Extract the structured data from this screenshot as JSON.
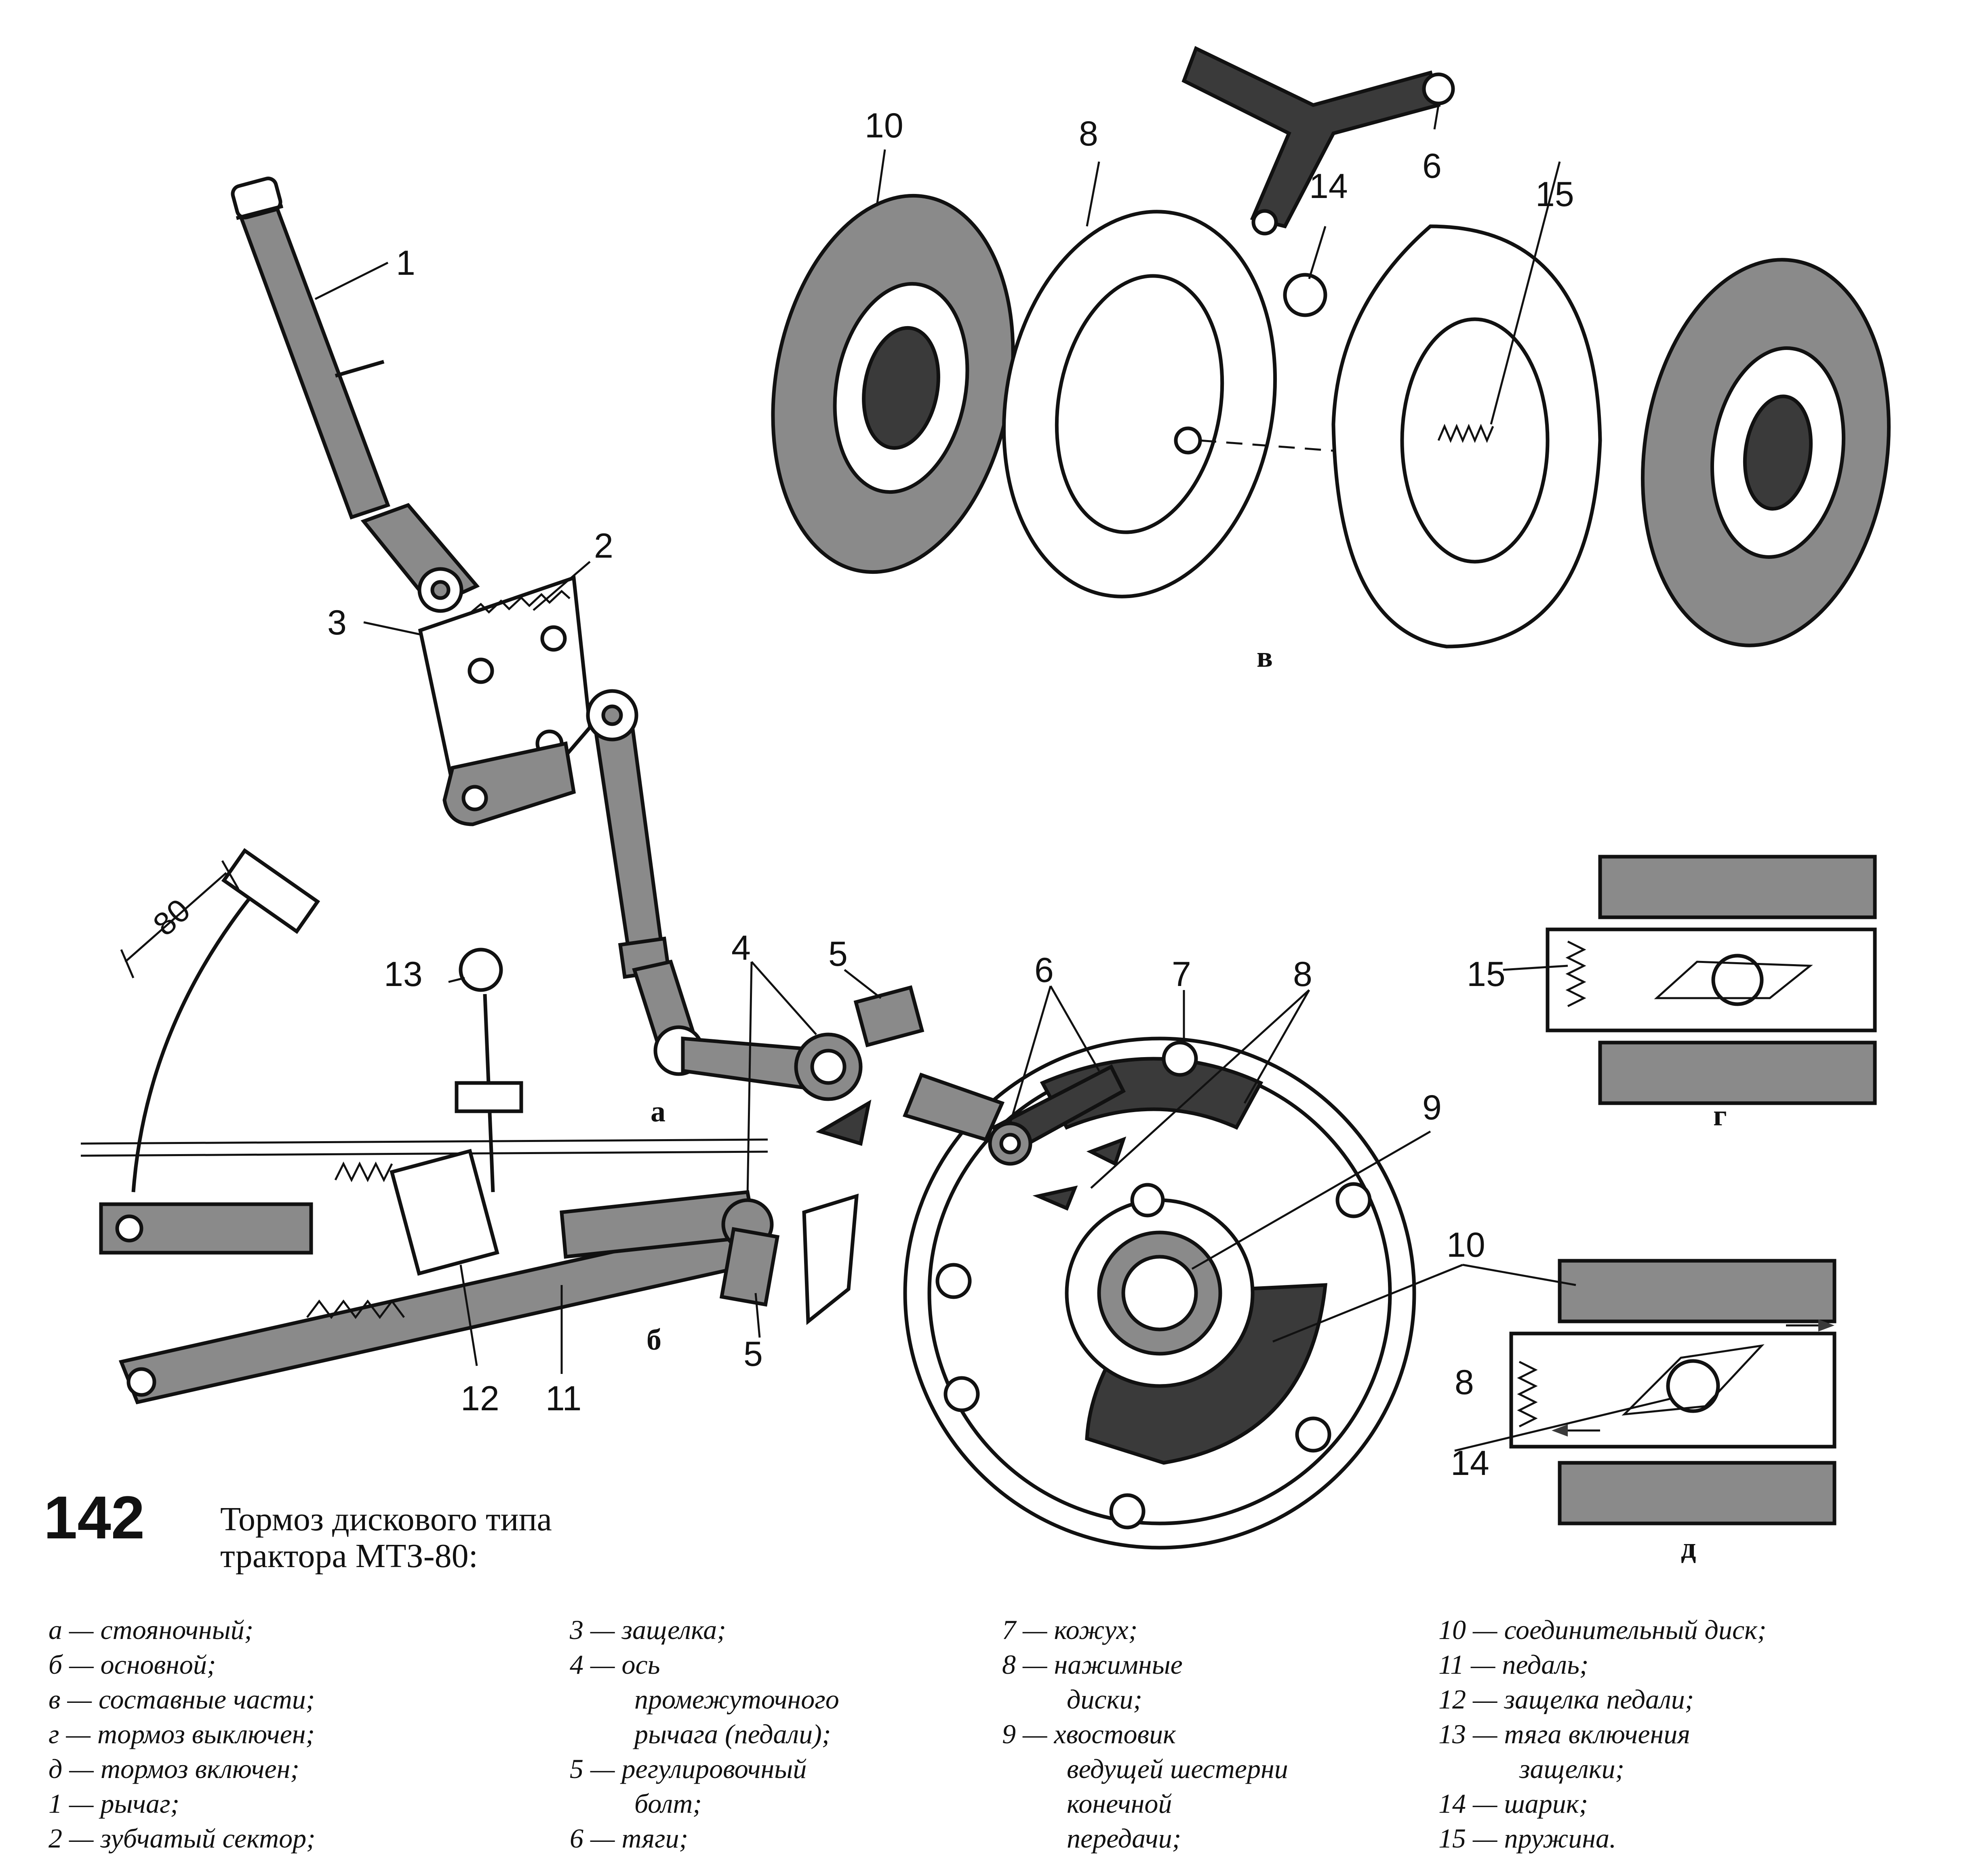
{
  "figure": {
    "number": "142",
    "title_line1": "Тормоз дискового типа",
    "title_line2": "трактора МТЗ-80:"
  },
  "view_labels": {
    "a": "а",
    "b": "б",
    "v": "в",
    "g": "г",
    "d": "д"
  },
  "dimension": "80",
  "callouts": [
    "1",
    "2",
    "3",
    "4",
    "5",
    "5",
    "6",
    "6",
    "7",
    "8",
    "8",
    "8",
    "9",
    "10",
    "10",
    "11",
    "12",
    "13",
    "14",
    "14",
    "15",
    "15"
  ],
  "legend_columns": [
    [
      "а — стояночный;",
      "б — основной;",
      "в — составные части;",
      "г — тормоз выключен;",
      "д — тормоз включен;",
      "1 — рычаг;",
      "2 — зубчатый сектор;"
    ],
    [
      "3 — защелка;",
      "4 — ось",
      "промежуточного",
      "рычага (педали);",
      "5 — регулировочный",
      "болт;",
      "6 — тяги;"
    ],
    [
      "7 — кожух;",
      "8 — нажимные",
      "диски;",
      "9 — хвостовик",
      "ведущей шестерни",
      "конечной",
      "передачи;"
    ],
    [
      "10 — соединительный диск;",
      "11 — педаль;",
      "12 — защелка педали;",
      "13 — тяга включения",
      "защелки;",
      "14 — шарик;",
      "15 — пружина."
    ]
  ],
  "colors": {
    "ink": "#111111",
    "shade_dark": "#3a3a3a",
    "shade_mid": "#8a8a8a",
    "paper": "#ffffff"
  }
}
